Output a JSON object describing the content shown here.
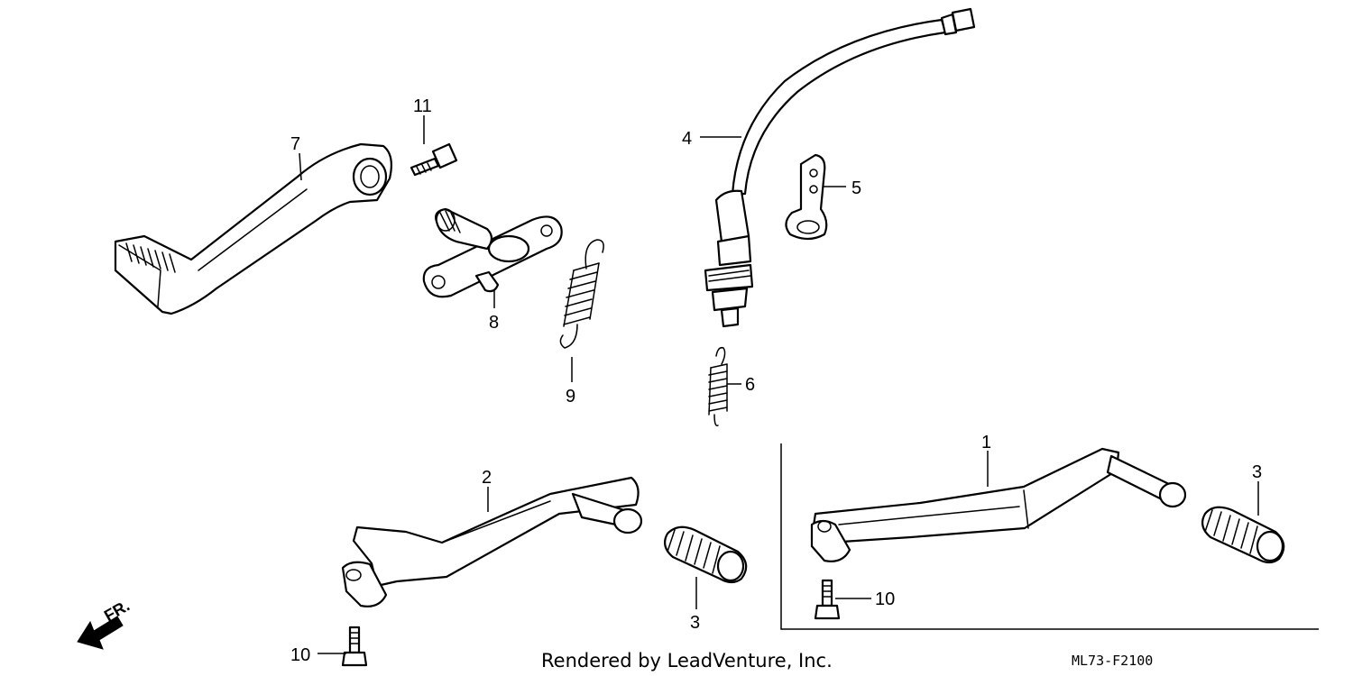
{
  "diagram": {
    "callouts": {
      "c1": "1",
      "c2": "2",
      "c3a": "3",
      "c3b": "3",
      "c4": "4",
      "c5": "5",
      "c6": "6",
      "c7": "7",
      "c8": "8",
      "c9": "9",
      "c10a": "10",
      "c10b": "10",
      "c11": "11"
    },
    "direction_label": "FR.",
    "footer_text": "Rendered by LeadVenture, Inc.",
    "diagram_code": "ML73-F2100"
  }
}
